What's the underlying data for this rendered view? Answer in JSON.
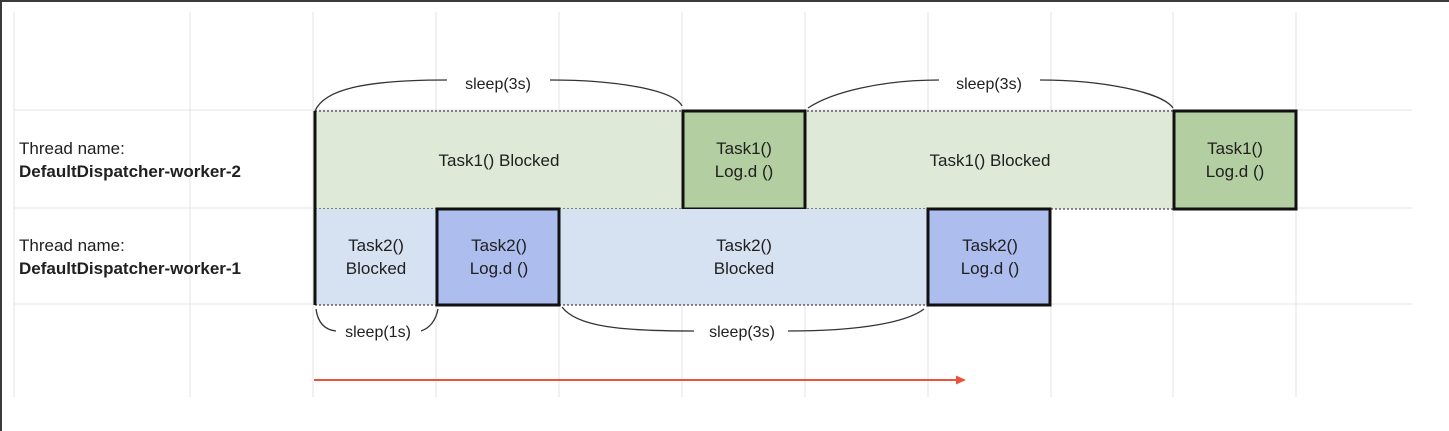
{
  "rows": [
    {
      "thread_label": "Thread name:",
      "thread_name": "DefaultDispatcher-worker-2",
      "segments": [
        {
          "kind": "blocked",
          "lines": [
            "Task1() Blocked"
          ]
        },
        {
          "kind": "active",
          "lines": [
            "Task1()",
            "Log.d ()"
          ]
        },
        {
          "kind": "blocked",
          "lines": [
            "Task1() Blocked"
          ]
        },
        {
          "kind": "active",
          "lines": [
            "Task1()",
            "Log.d ()"
          ]
        }
      ]
    },
    {
      "thread_label": "Thread name:",
      "thread_name": "DefaultDispatcher-worker-1",
      "segments": [
        {
          "kind": "blocked",
          "lines": [
            "Task2()",
            "Blocked"
          ]
        },
        {
          "kind": "active",
          "lines": [
            "Task2()",
            "Log.d ()"
          ]
        },
        {
          "kind": "blocked",
          "lines": [
            "Task2()",
            "Blocked"
          ]
        },
        {
          "kind": "active",
          "lines": [
            "Task2()",
            "Log.d ()"
          ]
        }
      ]
    }
  ],
  "sleep_labels": {
    "top_1": "sleep(3s)",
    "top_2": "sleep(3s)",
    "bottom_1": "sleep(1s)",
    "bottom_2": "sleep(3s)"
  },
  "colors": {
    "worker2_blocked": "#dfe9d8",
    "worker2_active": "#b3cea0",
    "worker1_blocked": "#d6e1f1",
    "worker1_active": "#adbdee",
    "arrow": "#e8553e",
    "grid": "#e3e3e3"
  }
}
